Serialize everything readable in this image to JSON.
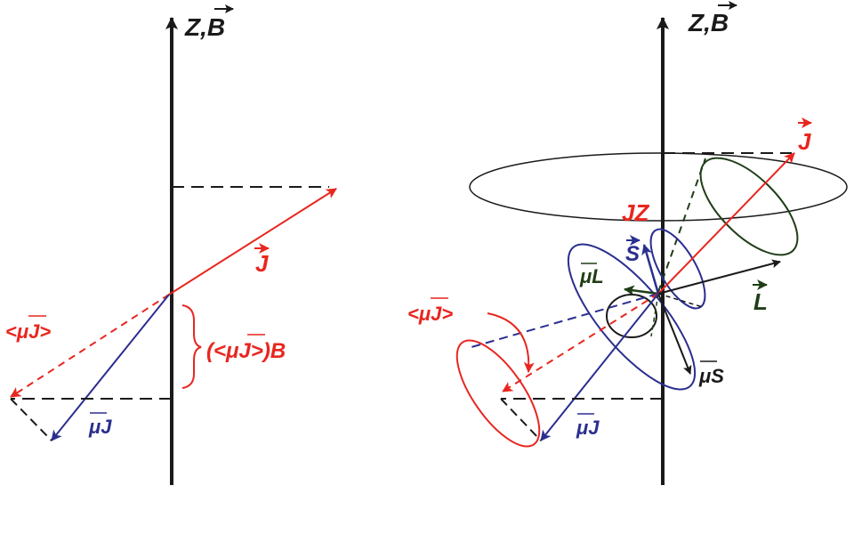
{
  "left_panel": {
    "axis_label": "Z,B",
    "j_label": "J",
    "mu_j_avg_label": "<μJ>",
    "mu_j_label": "μJ",
    "projection_label": "(<μJ>)B"
  },
  "right_panel": {
    "axis_label": "Z,B",
    "j_label": "J",
    "jz_label": "JZ",
    "s_label": "S",
    "mu_l_label": "μL",
    "l_label": "L",
    "mu_s_label": "μS",
    "mu_j_avg_label": "<μJ>",
    "mu_j_label": "μJ"
  },
  "colors": {
    "red": "#e8261f",
    "blue": "#2b2f8f",
    "green": "#1f3d17",
    "black": "#1a1a1a"
  }
}
